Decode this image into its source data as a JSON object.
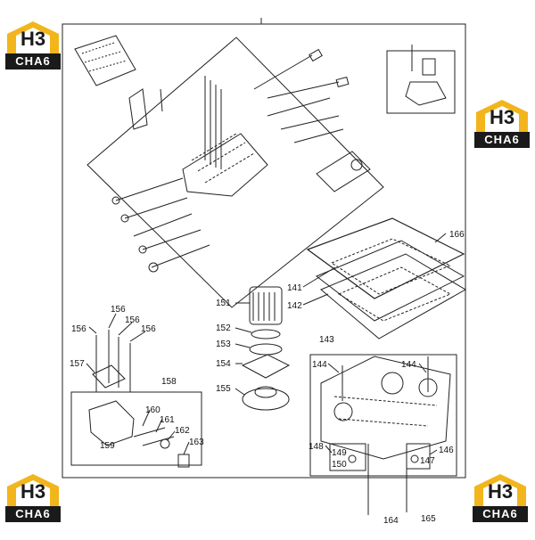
{
  "brand": {
    "logo_text": "CHA6",
    "logo_mark": "H3",
    "roof_color": "#f2b51c",
    "text_bg": "#1a1a1a"
  },
  "callouts": {
    "c141": "141",
    "c142": "142",
    "c143": "143",
    "c144a": "144",
    "c144b": "144",
    "c146": "146",
    "c147": "147",
    "c148": "148",
    "c149": "149",
    "c150": "150",
    "c151": "151",
    "c152": "152",
    "c153": "153",
    "c154": "154",
    "c155": "155",
    "c156a": "156",
    "c156b": "156",
    "c156c": "156",
    "c156d": "156",
    "c157": "157",
    "c158": "158",
    "c159": "159",
    "c160": "160",
    "c161": "161",
    "c162": "162",
    "c163": "163",
    "c164": "164",
    "c165": "165",
    "c166": "166"
  }
}
